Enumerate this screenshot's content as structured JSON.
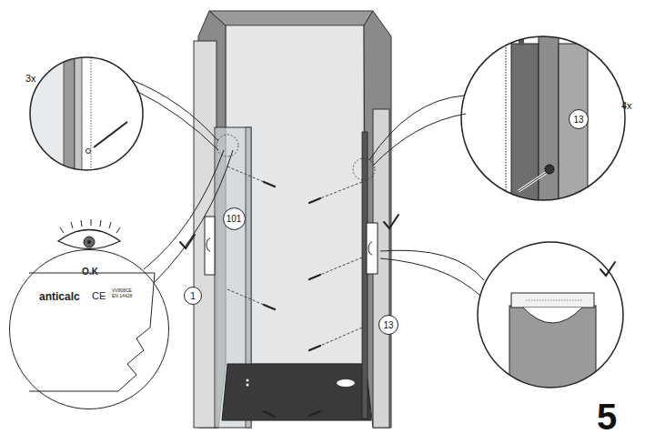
{
  "diagram": {
    "nodes": [
      {
        "text": [
          "13"
        ]
      },
      {
        "text": [
          "101"
        ]
      },
      {
        "text": [
          "O.K",
          "anticalc",
          "CE",
          "VV808CE EN 14428"
        ]
      },
      {
        "text": [
          "1"
        ]
      },
      {
        "text": [
          "13"
        ]
      }
    ],
    "labels": [
      "3x",
      "4x",
      "5"
    ]
  }
}
